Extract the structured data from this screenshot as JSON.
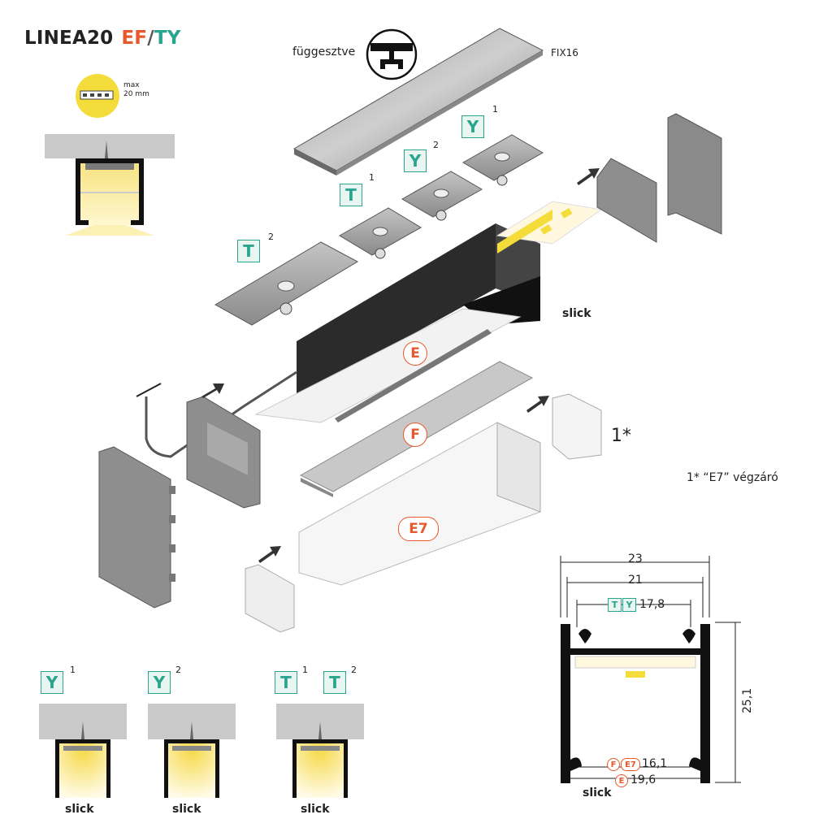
{
  "header": {
    "product": "LINEA20",
    "variant_a": "EF",
    "slash": "/",
    "variant_b": "TY"
  },
  "led_badge": {
    "line1": "max",
    "line2": "20 mm"
  },
  "mount": {
    "label": "függesztve",
    "fix_label": "FIX16"
  },
  "parts": {
    "y1_letter": "Y",
    "y1_sup": "1",
    "y2_letter": "Y",
    "y2_sup": "2",
    "t1_letter": "T",
    "t1_sup": "1",
    "t2_letter": "T",
    "t2_sup": "2",
    "e_label": "E",
    "f_label": "F",
    "e7_label": "E7",
    "endcap_ref": "1*",
    "endcap_note": "1* “E7” végzáró",
    "brand": "slick"
  },
  "bottom": {
    "y1_letter": "Y",
    "y1_sup": "1",
    "y2_letter": "Y",
    "y2_sup": "2",
    "t1_letter": "T",
    "t1_sup": "1",
    "t2_letter": "T",
    "t2_sup": "2",
    "brand1": "slick",
    "brand2": "slick",
    "brand3": "slick"
  },
  "dimensions": {
    "width_outer": "23",
    "width_inner": "21",
    "tag_t": "T",
    "tag_y": "Y",
    "mount_width": "17,8",
    "height": "25,1",
    "tag_f": "F",
    "tag_e7": "E7",
    "diffuser_width": "16,1",
    "tag_e": "E",
    "e_width": "19,6",
    "brand": "slick"
  },
  "colors": {
    "accent_orange": "#e8582d",
    "accent_teal": "#2aa58d",
    "led_yellow": "#f4dd3a"
  }
}
